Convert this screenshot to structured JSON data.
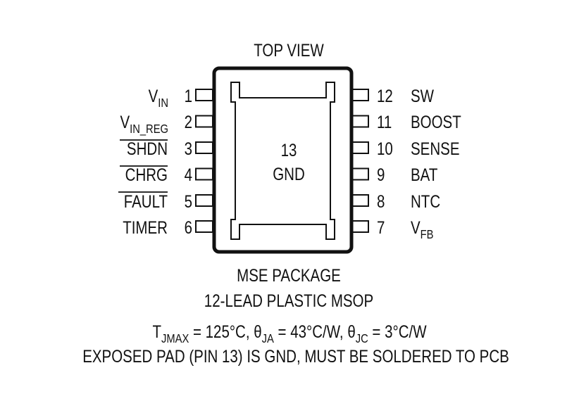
{
  "title": "TOP VIEW",
  "package": {
    "name": "MSE PACKAGE",
    "description": "12-LEAD PLASTIC MSOP",
    "exposed_pad": {
      "number": "13",
      "label": "GND"
    }
  },
  "left_pins": [
    {
      "number": "1",
      "label_main": "V",
      "label_sub": "IN",
      "overbar": false
    },
    {
      "number": "2",
      "label_main": "V",
      "label_sub": "IN_REG",
      "overbar": false
    },
    {
      "number": "3",
      "label_main": "SHDN",
      "overbar": true
    },
    {
      "number": "4",
      "label_main": "CHRG",
      "overbar": true
    },
    {
      "number": "5",
      "label_main": "FAULT",
      "overbar": true
    },
    {
      "number": "6",
      "label_main": "TIMER",
      "overbar": false
    }
  ],
  "right_pins": [
    {
      "number": "12",
      "label_main": "SW"
    },
    {
      "number": "11",
      "label_main": "BOOST"
    },
    {
      "number": "10",
      "label_main": "SENSE"
    },
    {
      "number": "9",
      "label_main": "BAT"
    },
    {
      "number": "8",
      "label_main": "NTC"
    },
    {
      "number": "7",
      "label_main": "V",
      "label_sub": "FB"
    }
  ],
  "thermal": {
    "t_sym": "T",
    "t_sub": "JMAX",
    "t_val": " = 125°C, ",
    "ja_sym": "θ",
    "ja_sub": "JA",
    "ja_val": " = 43°C/W, ",
    "jc_sym": "θ",
    "jc_sub": "JC",
    "jc_val": " = 3°C/W"
  },
  "note": "EXPOSED PAD (PIN 13) IS GND, MUST BE SOLDERED TO PCB"
}
